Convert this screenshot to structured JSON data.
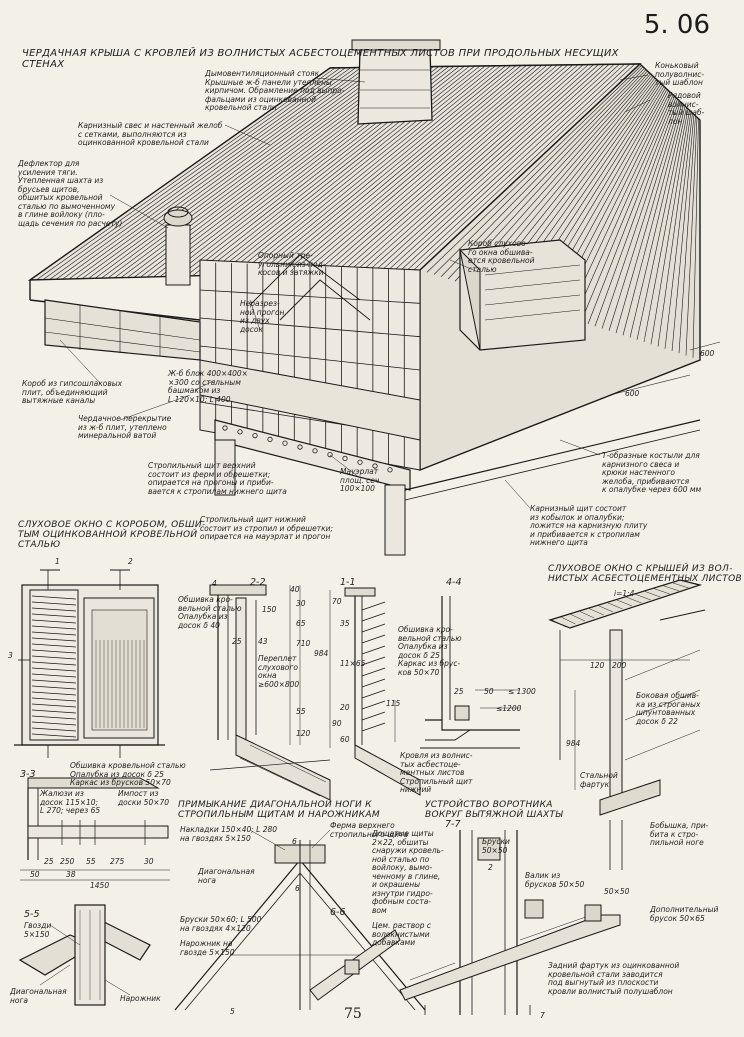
{
  "sheet": {
    "number": "5. 06",
    "folio": "75"
  },
  "headings": {
    "main": "ЧЕРДАЧНАЯ КРЫША С КРОВЛЕЙ ИЗ ВОЛНИСТЫХ АСБЕСТОЦЕМЕНТНЫХ ЛИСТОВ ПРИ ПРОДОЛЬНЫХ НЕСУЩИХ СТЕНАХ",
    "dormer_box": "СЛУХОВОЕ ОКНО С КОРОБОМ, ОБШИ-\nТЫМ ОЦИНКОВАННОЙ КРОВЕЛЬНОЙ\nСТАЛЬЮ",
    "dormer_roof": "СЛУХОВОЕ ОКНО С КРЫШЕЙ ИЗ ВОЛ-\nНИСТЫХ АСБЕСТОЦЕМЕНТНЫХ ЛИСТОВ",
    "diagonal": "ПРИМЫКАНИЕ ДИАГОНАЛЬНОЙ НОГИ К\nСТРОПИЛЬНЫМ ЩИТАМ И НАРОЖНИКАМ",
    "collar": "УСТРОЙСТВО ВОРОТНИКА\nВОКРУГ ВЫТЯЖНОЙ ШАХТЫ"
  },
  "sections": {
    "s11": "1-1",
    "s22": "2-2",
    "s33": "3-3",
    "s44": "4-4",
    "s55": "5-5",
    "s66": "6-6",
    "s77": "7-7"
  },
  "labels": {
    "chimney": "Дымовентиляционный стояк\nКрышные ж-б панели утеплены\nкирпичом. Обрамление под выпро-\nфальцами из оцинкованной\nкровельной стали",
    "ridge_template": "Коньковый\nполуволнис-\nтый шаблон",
    "row_sheet": "Рядовой\nволнис-\nтый шаб-\nлон",
    "eave_gutter": "Карнизный свес и настенный желоб\nс сетками, выполняются из\nоцинкованной кровельной стали",
    "deflector": "Дефлектор для\nусиления тяги.\nУтепленная шахта из\nбрусьев щитов,\nобшитых кровельной\nсталью по вымоченному\nв глине войлоку (пло-\nщадь сечения по расчету)",
    "support_triangle": "Опорный тре-\nугольник из под-\nкосов и затяжки",
    "dormer_box_note": "Короб слухово-\nго окна обшива-\nется кровельной\nсталью",
    "purlin": "Неразрез-\nной прогон\nиз двух\nдосок",
    "gypsum_box": "Короб из гипсошлаковых\nплит, объединяющий\nвытяжные каналы",
    "rc_block": "Ж-б блок 400×400×\n×300 со стальным\nбашмаком из\nL 120×10; L 400",
    "attic_floor": "Чердачное перекрытие\nиз ж-б плит, утеплено\nминеральной ватой",
    "tbrackets": "Т-образные костыли для\nкарнизного свеса и\nкрюки настенного\nжелоба, прибиваются\nк опалубке через 600 мм",
    "upper_panel": "Стропильный щит верхний\nсостоит из ферм и обрешетки;\nопирается на прогоны и приби-\nвается к стропилам нижнего щита",
    "mauerlat": "Мауэрлат\nплощ. сеч.\n100×100",
    "eave_panel": "Карнизный щит состоит\nиз кобылок и опалубки;\nложится на карнизную плиту\nи прибивается к стропилам\nнижнего щита",
    "lower_panel": "Стропильный щит нижний\nсостоит из стропил и обрешетки;\nопирается на мауэрлат и прогон",
    "steel_skin": "Обшивка кро-\nвельной сталью\nОпалубка из\nдосок δ 40",
    "binding": "Переплет\nслухового\nокна\n≥600×800",
    "skin44": "Обшивка кро-\nвельной сталью\nОпалубка из\nдосок δ 25\nКаркас из брус-\nков 50×70",
    "roof_sheets": "Кровля из волнис-\nтых асбестоце-\nментных листов\nСтропильный щит\nнижний",
    "side_skin": "Боковая обшив-\nка из строганых\nшпунтованных\nдосок δ 22",
    "steel_apron": "Стальной\nфартук",
    "jamb": "Бобышка, при-\nбита к стро-\nпильной ноге",
    "s33_note": "Обшивка кровельной сталью\nОпалубка из досок δ 25\nКаркас из брусков 50×70",
    "louvers": "Жалюзи из\nдосок 115×10;\nL 270; через 65",
    "impost": "Импост из\nдоски 50×70",
    "nails55": "Гвозди\n5×150",
    "diag_leg": "Диагональная\nнога",
    "narozhnik": "Нарожник",
    "overlays": "Накладки 150×40; L 280\nна гвоздях 5×150",
    "truss_chord": "Ферма верхнего\nстропильного щита",
    "diag_leg2": "Диагональная\nнога",
    "bars": "Бруски 50×60; L 500\nна гвоздях 4×120",
    "narozhnik_nail": "Нарожник на\nгвозде 5×150",
    "plank_shields": "Дощатые щиты\n2×22, обшиты\nснаружи кровель-\nной сталью по\nвойлоку, вымо-\nченному в глине,\nи окрашены\nизнутри гидро-\nфобным соста-\nвом",
    "cem_mortar": "Цем. раствор с\nволокнистыми\nдобавками",
    "roll": "Валик из\nбрусков 50×50",
    "extra_bar": "Дополнительный\nбрусок 50×65",
    "back_apron": "Задний фартук из оцинкованной\nкровельной стали заводится\nпод выгнутый из плоскости\nкровли волнистый полушаблон",
    "bars77": "Бруски\n50×50"
  },
  "dims": {
    "d150": "150",
    "d25": "25",
    "d43": "43",
    "d984": "984",
    "d984b": "984",
    "d40": "40",
    "d30": "30",
    "d70": "70",
    "d710": "710",
    "d65": "65",
    "d11x65": "11×65",
    "d35": "35",
    "d55": "55",
    "d90": "90",
    "d120": "120",
    "d60": "60",
    "d115": "115",
    "d20": "20",
    "d50": "50",
    "d1300": "≤ 1300",
    "d1200": "≤1200",
    "d200": "200",
    "d120b": "120",
    "slope": "i=1:4",
    "d600": "600",
    "d600b": "600",
    "d25b": "25",
    "d250": "250",
    "d55b": "55",
    "d275": "275",
    "d30b": "30",
    "d38": "38",
    "d50b": "50",
    "d1450": "1450",
    "d6": "6",
    "d50x50": "50×50",
    "d25c": "25",
    "d50c": "50",
    "d2": "2"
  },
  "cut_marks": {
    "c1": "1",
    "c2": "2",
    "c3": "3",
    "c4": "4",
    "c5": "5",
    "c6": "6",
    "c7": "7"
  }
}
